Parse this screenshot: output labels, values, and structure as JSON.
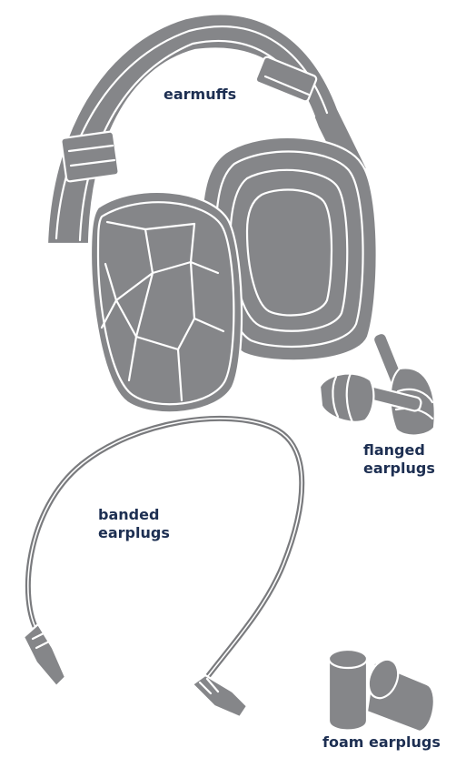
{
  "labels": {
    "earmuffs": "earmuffs",
    "flanged_line1": "flanged",
    "flanged_line2": "earplugs",
    "banded_line1": "banded",
    "banded_line2": "earplugs",
    "foam": "foam earplugs"
  },
  "colors": {
    "label_text": "#1d2f52",
    "device_fill": "#858689",
    "outline": "#ffffff",
    "background": "#ffffff"
  }
}
